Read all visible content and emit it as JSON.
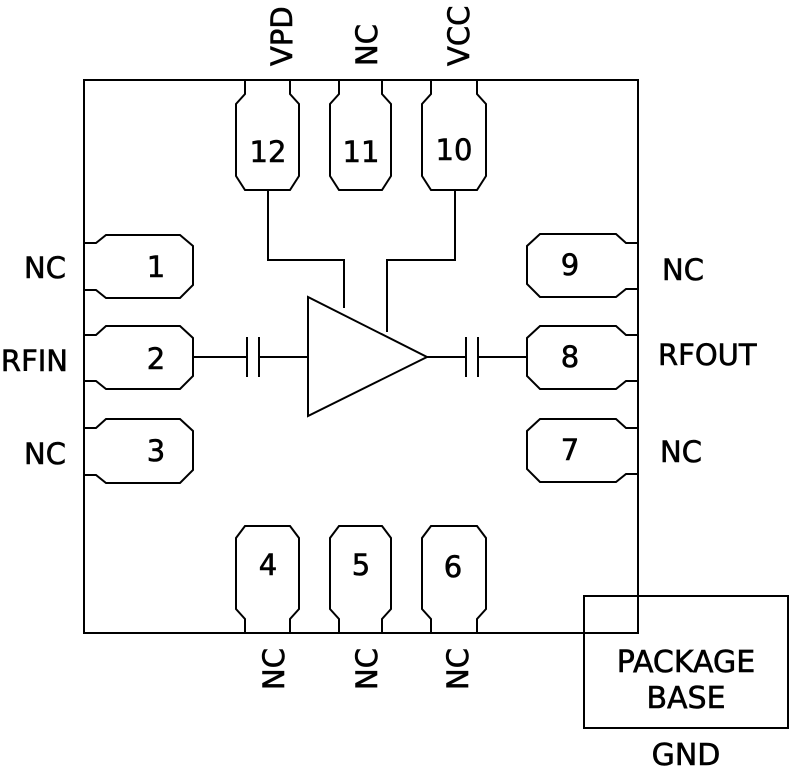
{
  "pins": {
    "p1": {
      "num": "1",
      "name": "NC"
    },
    "p2": {
      "num": "2",
      "name": "RFIN"
    },
    "p3": {
      "num": "3",
      "name": "NC"
    },
    "p4": {
      "num": "4",
      "name": "NC"
    },
    "p5": {
      "num": "5",
      "name": "NC"
    },
    "p6": {
      "num": "6",
      "name": "NC"
    },
    "p7": {
      "num": "7",
      "name": "NC"
    },
    "p8": {
      "num": "8",
      "name": "RFOUT"
    },
    "p9": {
      "num": "9",
      "name": "NC"
    },
    "p10": {
      "num": "10",
      "name": "VCC"
    },
    "p11": {
      "num": "11",
      "name": "NC"
    },
    "p12": {
      "num": "12",
      "name": "VPD"
    }
  },
  "package": {
    "line1": "PACKAGE",
    "line2": "BASE",
    "ground": "GND"
  }
}
